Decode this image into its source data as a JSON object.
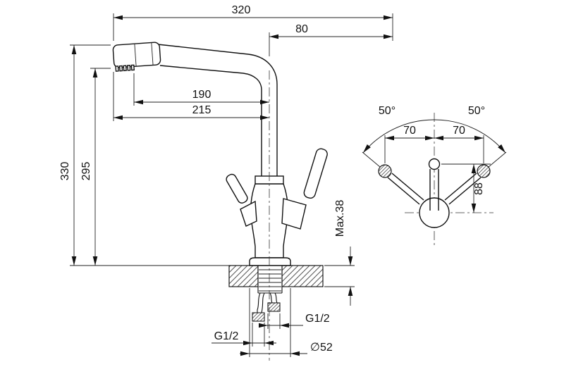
{
  "side_view": {
    "total_width_mm": "320",
    "handle_offset_mm": "80",
    "spout_reach_mm": "190",
    "spout_tip_reach_mm": "215",
    "total_height_mm": "330",
    "spout_height_mm": "295",
    "max_counter_thickness": "Max.38",
    "left_thread": "G1/2",
    "right_thread": "G1/2",
    "base_diameter": "∅52"
  },
  "top_view": {
    "left_swing_angle": "50°",
    "right_swing_angle": "50°",
    "left_lever_offset_mm": "70",
    "right_lever_offset_mm": "70",
    "spout_projection_mm": "88"
  },
  "colors": {
    "line": "#1a1a1a",
    "background": "#ffffff"
  }
}
